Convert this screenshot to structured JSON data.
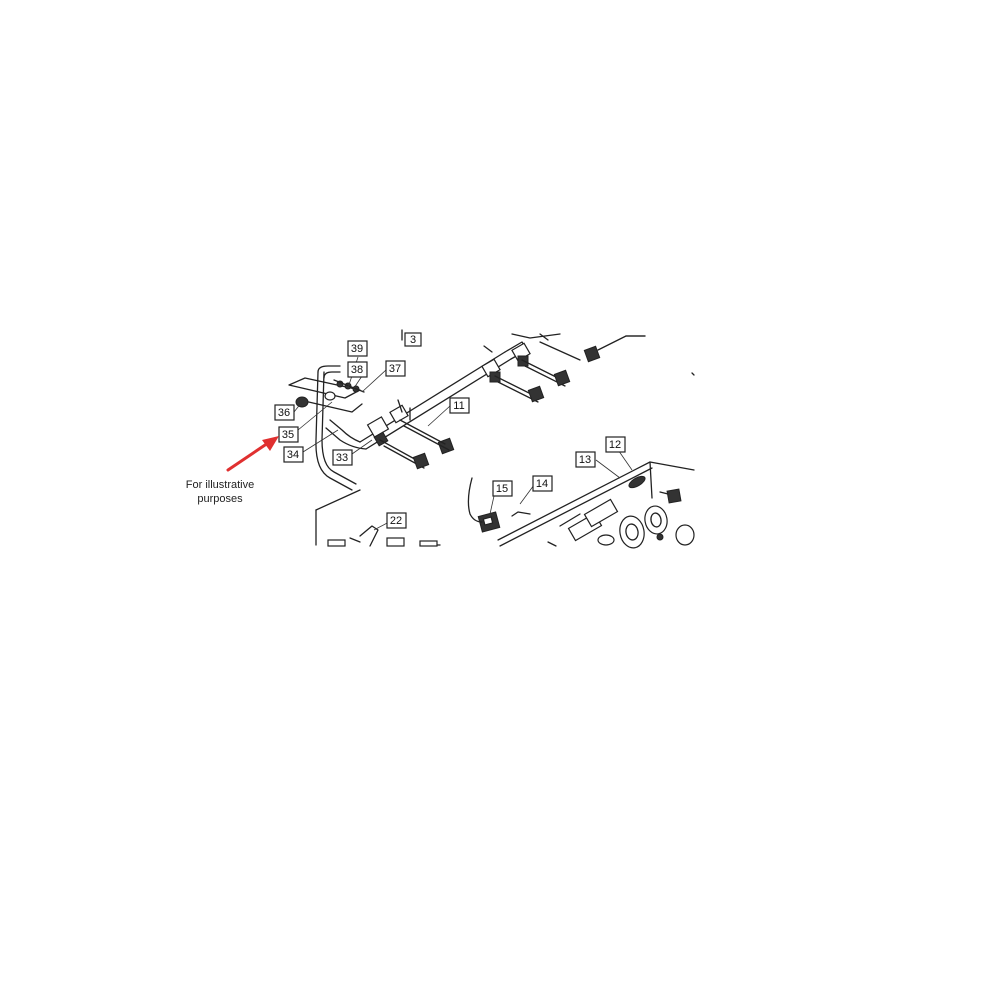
{
  "diagram": {
    "callouts": [
      {
        "id": "c3",
        "label": "3"
      },
      {
        "id": "c39",
        "label": "39"
      },
      {
        "id": "c38",
        "label": "38"
      },
      {
        "id": "c37",
        "label": "37"
      },
      {
        "id": "c36",
        "label": "36"
      },
      {
        "id": "c35",
        "label": "35"
      },
      {
        "id": "c34",
        "label": "34"
      },
      {
        "id": "c33",
        "label": "33"
      },
      {
        "id": "c11",
        "label": "11"
      },
      {
        "id": "c12",
        "label": "12"
      },
      {
        "id": "c13",
        "label": "13"
      },
      {
        "id": "c14",
        "label": "14"
      },
      {
        "id": "c15",
        "label": "15"
      },
      {
        "id": "c22",
        "label": "22"
      }
    ],
    "annotation": {
      "line1": "For illustrative",
      "line2": "purposes",
      "arrow_color": "#e03030"
    }
  }
}
